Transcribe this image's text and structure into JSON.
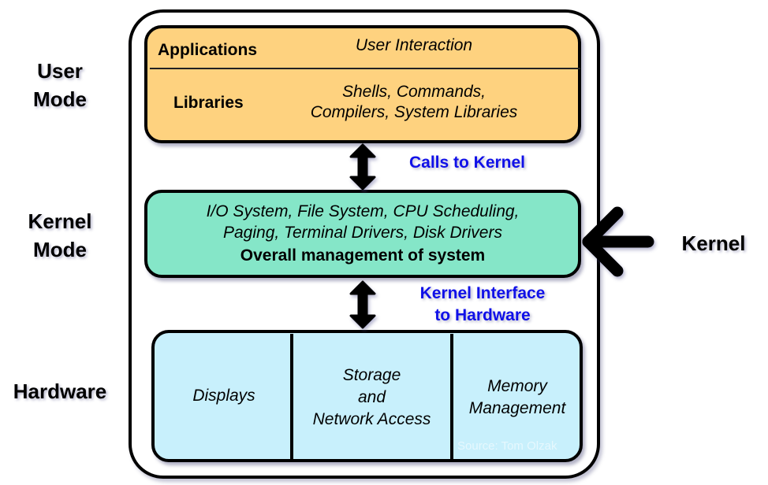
{
  "side_labels": {
    "user_mode": [
      "User",
      "Mode"
    ],
    "kernel_mode": [
      "Kernel",
      "Mode"
    ],
    "hardware": "Hardware",
    "kernel": "Kernel"
  },
  "user_layer": {
    "applications_label": "Applications",
    "applications_desc": "User Interaction",
    "libraries_label": "Libraries",
    "libraries_desc": [
      "Shells, Commands,",
      "Compilers, System Libraries"
    ],
    "fill_color": "#fed27f"
  },
  "connectors": {
    "calls_to_kernel": "Calls to Kernel",
    "kernel_interface": [
      "Kernel Interface",
      "to Hardware"
    ],
    "label_color": "#1010e8"
  },
  "kernel_layer": {
    "lines": [
      "I/O System, File System, CPU Scheduling,",
      "Paging, Terminal Drivers, Disk Drivers"
    ],
    "summary": "Overall management of system",
    "fill_color": "#85e6c8"
  },
  "hardware_layer": {
    "cells": [
      {
        "lines": [
          "Displays"
        ]
      },
      {
        "lines": [
          "Storage",
          "and",
          "Network Access"
        ]
      },
      {
        "lines": [
          "Memory",
          "Management"
        ]
      }
    ],
    "fill_color": "#c8f0fc"
  },
  "watermark": "Source: Tom Olzak"
}
